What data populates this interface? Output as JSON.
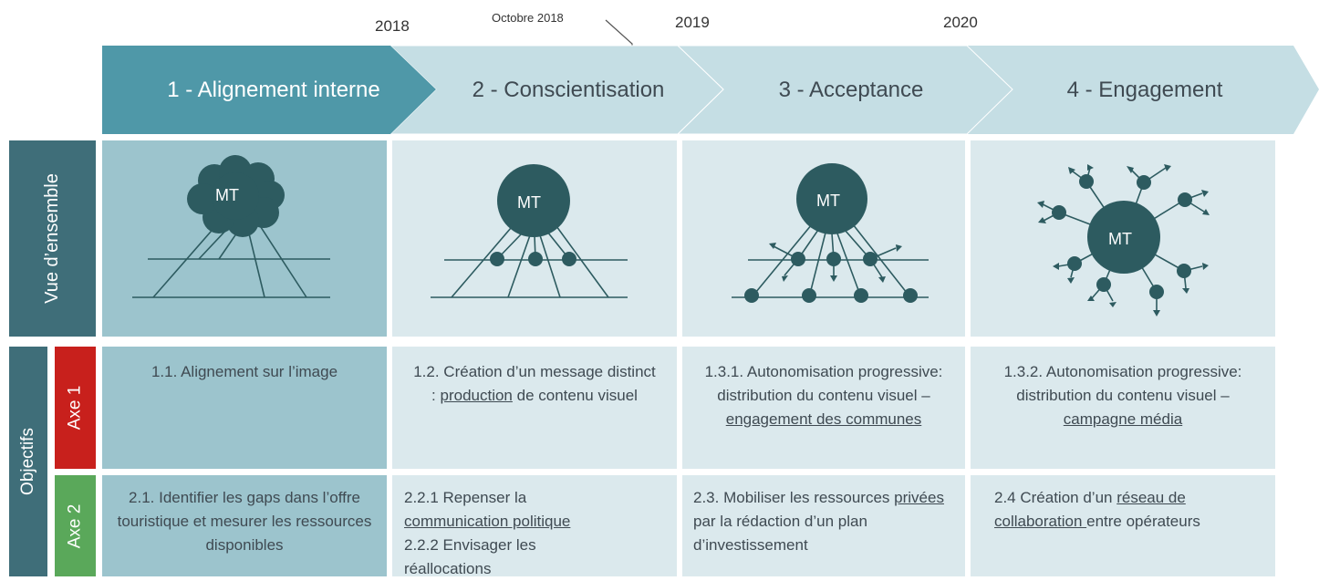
{
  "timeline": {
    "y2018": "2018",
    "octobre": "Octobre 2018",
    "y2019": "2019",
    "y2020": "2020"
  },
  "phases": [
    {
      "label": "1 - Alignement interne"
    },
    {
      "label": "2 - Conscientisation"
    },
    {
      "label": "3 - Acceptance"
    },
    {
      "label": "4 - Engagement"
    }
  ],
  "rows": {
    "vue": "Vue d’ensemble",
    "objectifs": "Objectifs",
    "axe1": "Axe 1",
    "axe2": "Axe 2"
  },
  "node_label": "MT",
  "axe1": [
    {
      "text": "1.1. Alignement sur l’image"
    },
    {
      "pre": "1.2. Création d’un message distinct : ",
      "u": "production",
      "post": " de contenu  visuel"
    },
    {
      "pre": "1.3.1. Autonomisation progressive: distribution du contenu visuel – ",
      "u": "engagement des communes",
      "post": ""
    },
    {
      "pre": "1.3.2. Autonomisation progressive: distribution du contenu visuel – ",
      "u": "campagne média",
      "post": ""
    }
  ],
  "axe2": [
    {
      "text": "2.1. Identifier les gaps dans l’offre touristique et mesurer les ressources disponibles"
    },
    {
      "pre": "2.2.1 Repenser la ",
      "u": "communication politique",
      "post": "",
      "line2": "2.2.2 Envisager les réallocations"
    },
    {
      "pre": "2.3. Mobiliser les ressources ",
      "u": "privées",
      "post": " par la rédaction d’un plan d’investissement"
    },
    {
      "pre": "2.4 Création d’un ",
      "u": "réseau de collaboration ",
      "post": "entre opérateurs"
    }
  ],
  "colors": {
    "phase_active": "#4f98a8",
    "phase_light": "#c5dee4",
    "cell_active": "#9cc4cd",
    "cell_light": "#dbe9ed",
    "row_label": "#3f6e79",
    "node": "#2d5b60",
    "axe1": "#c8201c",
    "axe2": "#5aa85a"
  }
}
